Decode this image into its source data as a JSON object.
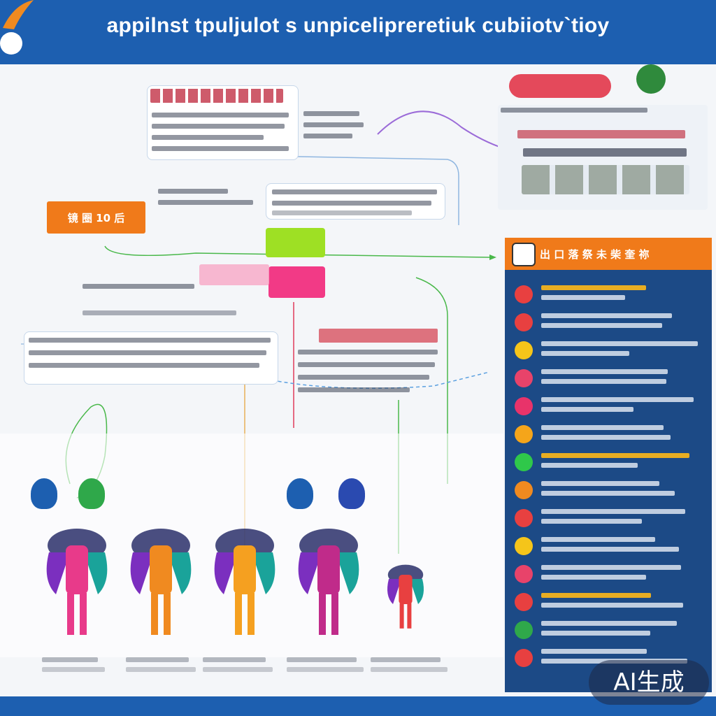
{
  "header": {
    "title": "appilnst tpuljulot s unpicelipreretiuk cubiiotv`tioy"
  },
  "colors": {
    "header_blue": "#1d5fb0",
    "panel_navy": "#1c4a86",
    "accent_orange": "#f07a1a",
    "accent_green": "#9ee024",
    "accent_pink": "#f23a86",
    "accent_red": "#e23a4d"
  },
  "badges": {
    "orange_box": "镜 圈 10 后",
    "right_panel_title": "出 口 落 祭 未 柴 奎 祢"
  },
  "watermark": "AI生成",
  "figures": [
    {
      "icon": "person-figure-icon",
      "color": "#e83a8a"
    },
    {
      "icon": "person-figure-icon",
      "color": "#f08a20"
    },
    {
      "icon": "person-figure-icon",
      "color": "#f5a020"
    },
    {
      "icon": "person-figure-icon",
      "color": "#c02b8a"
    },
    {
      "icon": "child-figure-icon",
      "color": "#e84040"
    }
  ],
  "right_list": [
    {
      "color": "#e84040"
    },
    {
      "color": "#e84040"
    },
    {
      "color": "#f5c51a"
    },
    {
      "color": "#e8436a"
    },
    {
      "color": "#e8336a"
    },
    {
      "color": "#f5a51a"
    },
    {
      "color": "#2fc84a"
    },
    {
      "color": "#f08a20"
    },
    {
      "color": "#e84040"
    },
    {
      "color": "#f5c51a"
    },
    {
      "color": "#e8436a"
    },
    {
      "color": "#e84040"
    },
    {
      "color": "#2fa84a"
    },
    {
      "color": "#e84040"
    }
  ]
}
